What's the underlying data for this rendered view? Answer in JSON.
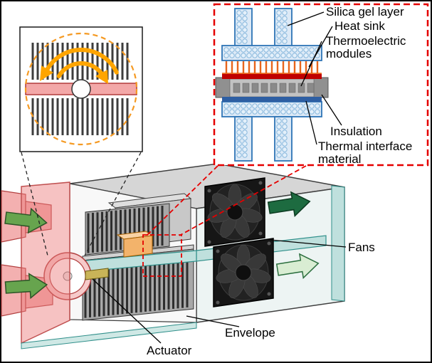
{
  "figure": {
    "detail_labels": {
      "silica_gel": "Silica gel layer",
      "heat_sink": "Heat sink",
      "thermoelectric_line1": "Thermoelectric",
      "thermoelectric_line2": "modules",
      "insulation": "Insulation",
      "tim_line1": "Thermal interface",
      "tim_line2": "material"
    },
    "model_labels": {
      "fans": "Fans",
      "envelope": "Envelope",
      "actuator": "Actuator"
    },
    "colors": {
      "detail_frame": "#e50000",
      "hot_plate": "#c00000",
      "cold_plate": "#2e5fa3",
      "silica_stroke": "#2e75b6",
      "silica_fill": "#dce9f6",
      "heat_sink_orange": "#e8641b",
      "insulation_gray": "#909090",
      "envelope_teal": "#2f8f8a",
      "duct_pink": "#f3b0b0",
      "inlet_arrow_green": "#67a44e",
      "outlet_arrow_dark_green": "#1d6b40",
      "outlet_arrow_light_green": "#d9edd3",
      "rotation_arrow_orange": "#ffa500",
      "fan_black": "#161616"
    }
  }
}
